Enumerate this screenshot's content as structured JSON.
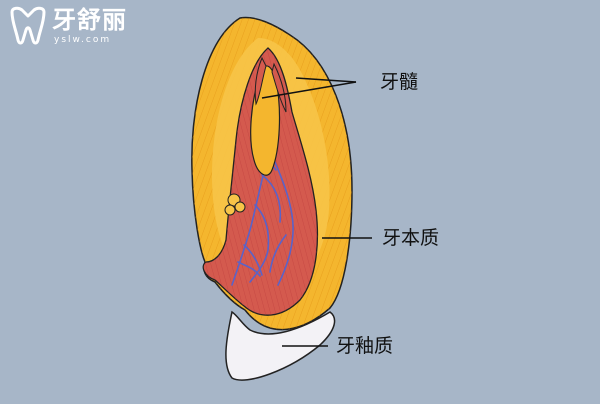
{
  "logo": {
    "brand": "牙舒丽",
    "url": "yslw.com"
  },
  "labels": {
    "pulp": "牙髓",
    "dentin": "牙本质",
    "enamel": "牙釉质"
  },
  "colors": {
    "background": "#a7b6c8",
    "dentin": "#f4b62e",
    "dentin_dark": "#e79a14",
    "pulp": "#d45a4e",
    "vessel": "#5a63c8",
    "enamel": "#f3f2f6"
  }
}
